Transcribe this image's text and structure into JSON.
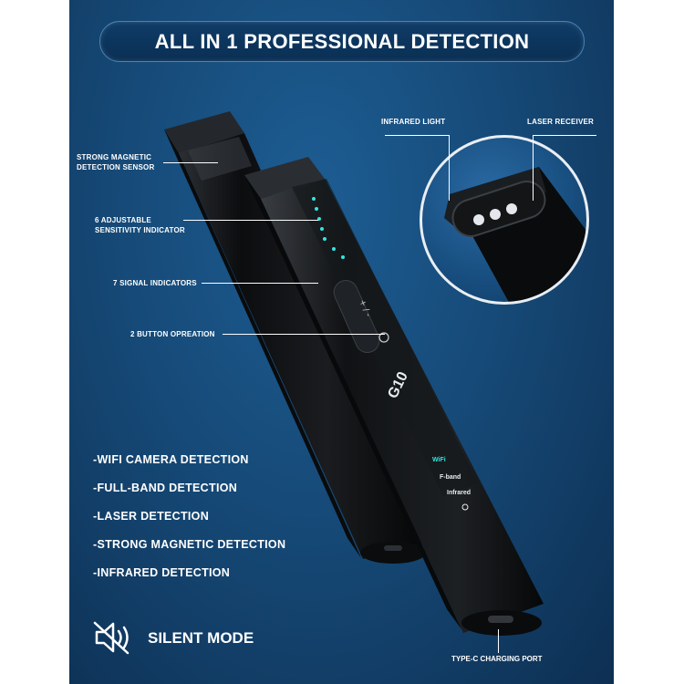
{
  "title": "ALL IN 1 PROFESSIONAL DETECTION",
  "callouts": {
    "magnetic_sensor": [
      "STRONG MAGNETIC",
      "DETECTION SENSOR"
    ],
    "sensitivity": [
      "6 ADJUSTABLE",
      "SENSITIVITY INDICATOR"
    ],
    "signal": "7 SIGNAL INDICATORS",
    "buttons": "2 BUTTON OPREATION",
    "infrared_light": "INFRARED LIGHT",
    "laser_receiver": "LASER RECEIVER",
    "charging_port": "TYPE-C CHARGING PORT"
  },
  "features": [
    "-WIFI CAMERA DETECTION",
    "-FULL-BAND DETECTION",
    "-LASER DETECTION",
    "-STRONG MAGNETIC DETECTION",
    "-INFRARED DETECTION"
  ],
  "silent_mode": "SILENT MODE",
  "device": {
    "model": "G10",
    "mode_labels": [
      "WiFi",
      "F-band",
      "Infrared"
    ],
    "button_plus_minus": "+ / -"
  },
  "colors": {
    "background_deep": "#0d2f52",
    "background_mid": "#164a78",
    "led_cyan": "#35e6e0",
    "device_black": "#111315"
  }
}
